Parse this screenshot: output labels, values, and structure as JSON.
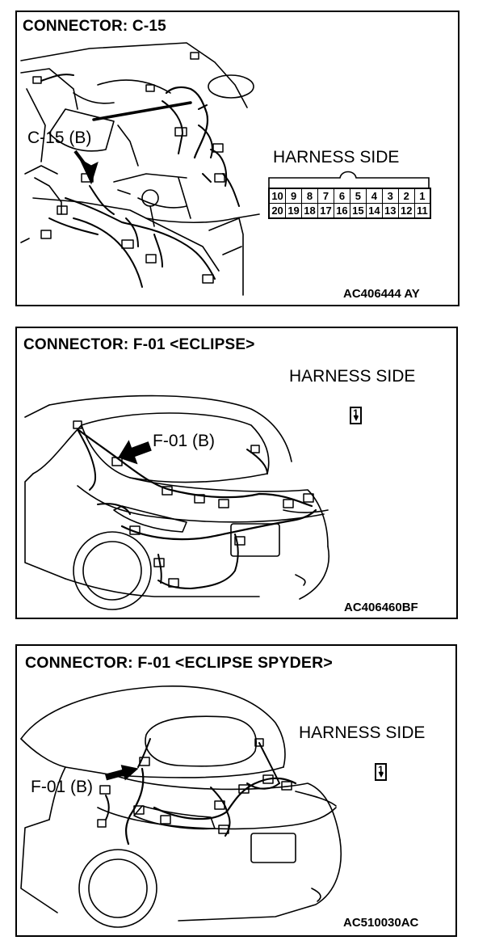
{
  "panels": [
    {
      "title": "CONNECTOR: C-15",
      "callout": "C-15 (B)",
      "harness_side": "HARNESS SIDE",
      "pins_top": [
        "10",
        "9",
        "8",
        "7",
        "6",
        "5",
        "4",
        "3",
        "2",
        "1"
      ],
      "pins_bottom": [
        "20",
        "19",
        "18",
        "17",
        "16",
        "15",
        "14",
        "13",
        "12",
        "11"
      ],
      "code": "AC406444 AY"
    },
    {
      "title": "CONNECTOR: F-01 <ECLIPSE>",
      "callout": "F-01 (B)",
      "harness_side": "HARNESS SIDE",
      "pin": "1",
      "code": "AC406460BF"
    },
    {
      "title": "CONNECTOR: F-01 <ECLIPSE SPYDER>",
      "callout": "F-01 (B)",
      "harness_side": "HARNESS SIDE",
      "pin": "1",
      "code": "AC510030AC"
    }
  ]
}
